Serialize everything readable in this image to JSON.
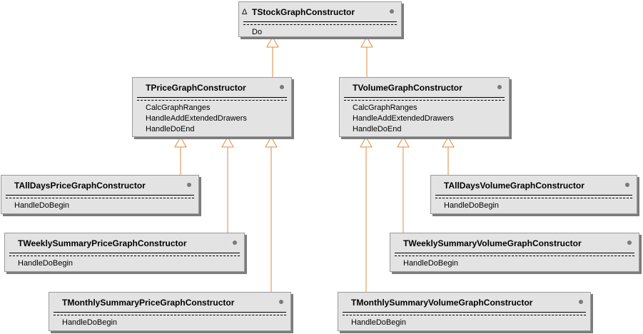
{
  "diagram": {
    "classes": [
      {
        "id": "tstock",
        "name": "TStockGraphConstructor",
        "abstract": true,
        "abstract_marker": "Δ",
        "operations": [
          "Do"
        ]
      },
      {
        "id": "tprice",
        "name": "TPriceGraphConstructor",
        "operations": [
          "CalcGraphRanges",
          "HandleAddExtendedDrawers",
          "HandleDoEnd"
        ]
      },
      {
        "id": "tvolume",
        "name": "TVolumeGraphConstructor",
        "operations": [
          "CalcGraphRanges",
          "HandleAddExtendedDrawers",
          "HandleDoEnd"
        ]
      },
      {
        "id": "talldaysprice",
        "name": "TAllDaysPriceGraphConstructor",
        "operations": [
          "HandleDoBegin"
        ]
      },
      {
        "id": "tweeklyprice",
        "name": "TWeeklySummaryPriceGraphConstructor",
        "operations": [
          "HandleDoBegin"
        ]
      },
      {
        "id": "tmonthlyprice",
        "name": "TMonthlySummaryPriceGraphConstructor",
        "operations": [
          "HandleDoBegin"
        ]
      },
      {
        "id": "talldaysvolume",
        "name": "TAllDaysVolumeGraphConstructor",
        "operations": [
          "HandleDoBegin"
        ]
      },
      {
        "id": "tweeklyvolume",
        "name": "TWeeklySummaryVolumeGraphConstructor",
        "operations": [
          "HandleDoBegin"
        ]
      },
      {
        "id": "tmonthlyvolume",
        "name": "TMonthlySummaryVolumeGraphConstructor",
        "operations": [
          "HandleDoBegin"
        ]
      }
    ],
    "inheritance": [
      {
        "child": "tprice",
        "parent": "tstock"
      },
      {
        "child": "tvolume",
        "parent": "tstock"
      },
      {
        "child": "talldaysprice",
        "parent": "tprice"
      },
      {
        "child": "tweeklyprice",
        "parent": "tprice"
      },
      {
        "child": "tmonthlyprice",
        "parent": "tprice"
      },
      {
        "child": "tmonthlyvolume",
        "parent": "tvolume"
      },
      {
        "child": "tweeklyvolume",
        "parent": "tvolume"
      },
      {
        "child": "talldaysvolume",
        "parent": "tvolume"
      }
    ],
    "colors": {
      "connector": "#e08a3c",
      "box_fill": "#e3e3e3",
      "box_border": "#9a9a9a",
      "box_shadow": "#7c7c7c"
    }
  }
}
